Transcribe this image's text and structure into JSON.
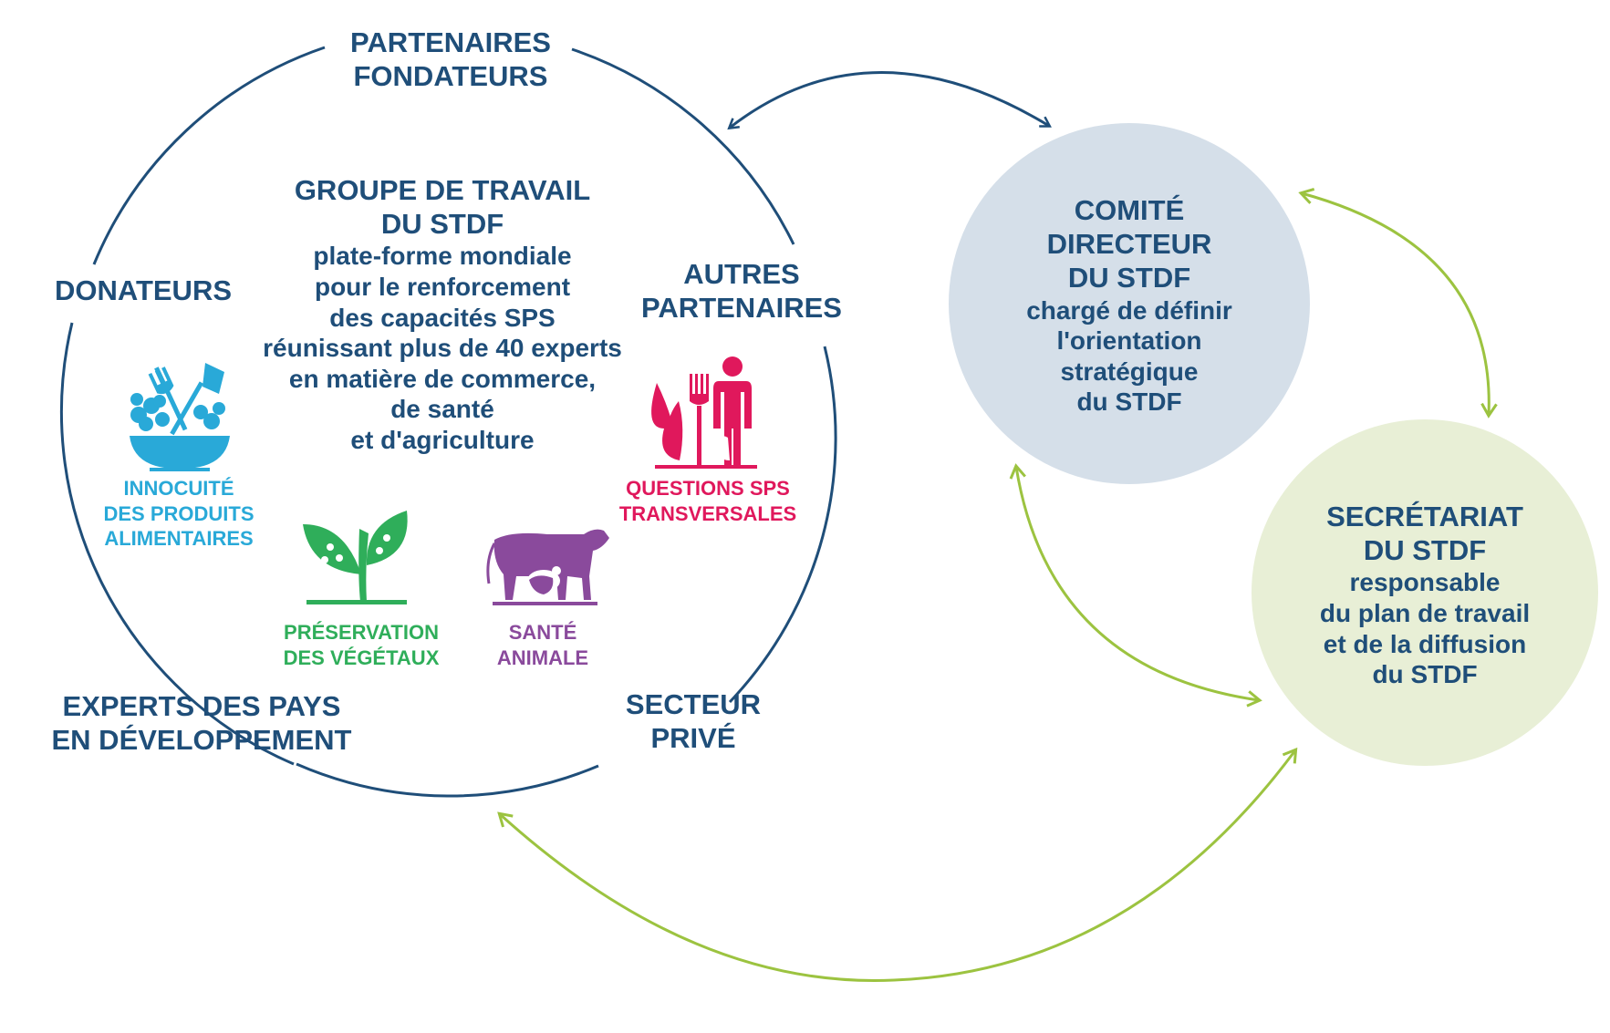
{
  "colors": {
    "navy": "#1f4e79",
    "green_arrow": "#9cc340",
    "committee_fill": "#d5dfe9",
    "secretariat_fill": "#e8efd6",
    "food_safety": "#29a9d8",
    "plant": "#2fae5a",
    "animal": "#8a4a9c",
    "cross_cutting": "#e0185c"
  },
  "outer_labels": {
    "founding_partners": [
      "PARTENAIRES",
      "FONDATEURS"
    ],
    "donors": [
      "DONATEURS"
    ],
    "other_partners": [
      "AUTRES",
      "PARTENAIRES"
    ],
    "developing_experts": [
      "EXPERTS DES PAYS",
      "EN DÉVELOPPEMENT"
    ],
    "private_sector": [
      "SECTEUR",
      "PRIVÉ"
    ]
  },
  "working_group": {
    "title": [
      "GROUPE DE TRAVAIL",
      "DU STDF"
    ],
    "description": [
      "plate-forme mondiale",
      "pour le renforcement",
      "des capacités SPS",
      "réunissant plus de 40 experts",
      "en matière de commerce,",
      "de santé",
      "et d'agriculture"
    ]
  },
  "themes": {
    "food_safety": {
      "icon": "bowl-fork-shovel-icon",
      "label": [
        "INNOCUITÉ",
        "DES PRODUITS",
        "ALIMENTAIRES"
      ]
    },
    "plant_health": {
      "icon": "seedling-icon",
      "label": [
        "PRÉSERVATION",
        "DES VÉGÉTAUX"
      ]
    },
    "animal_health": {
      "icon": "cow-chicken-icon",
      "label": [
        "SANTÉ",
        "ANIMALE"
      ]
    },
    "cross_cutting": {
      "icon": "plant-fork-person-icon",
      "label": [
        "QUESTIONS SPS",
        "TRANSVERSALES"
      ]
    }
  },
  "committee": {
    "title": [
      "COMITÉ",
      "DIRECTEUR",
      "DU STDF"
    ],
    "description": [
      "chargé de définir",
      "l'orientation",
      "stratégique",
      "du STDF"
    ]
  },
  "secretariat": {
    "title": [
      "SECRÉTARIAT",
      "DU STDF"
    ],
    "description": [
      "responsable",
      "du plan de travail",
      "et de la diffusion",
      "du STDF"
    ]
  }
}
